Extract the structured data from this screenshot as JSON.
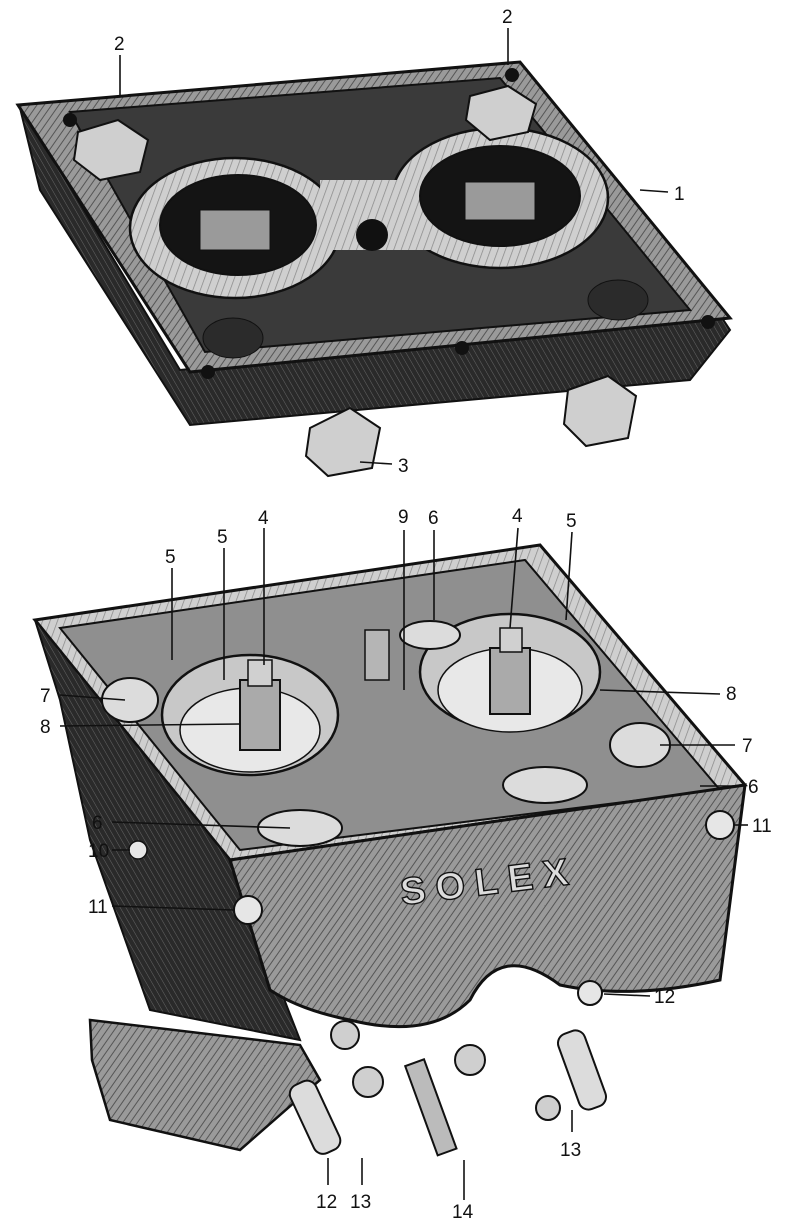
{
  "figure": {
    "brand_text": "SOLEX",
    "callouts": {
      "top_2_left": "2",
      "top_2_right": "2",
      "top_1": "1",
      "top_3": "3",
      "c5_a": "5",
      "c5_b": "5",
      "c4_a": "4",
      "c9": "9",
      "c6_a": "6",
      "c4_b": "4",
      "c5_c": "5",
      "c7_left": "7",
      "c8_left": "8",
      "c8_right": "8",
      "c7_right": "7",
      "c6_right": "6",
      "c11_right": "11",
      "c6_left": "6",
      "c10": "10",
      "c11_left": "11",
      "c12_right": "12",
      "c12_bottom": "12",
      "c13_left": "13",
      "c13_right": "13",
      "c14": "14"
    }
  }
}
